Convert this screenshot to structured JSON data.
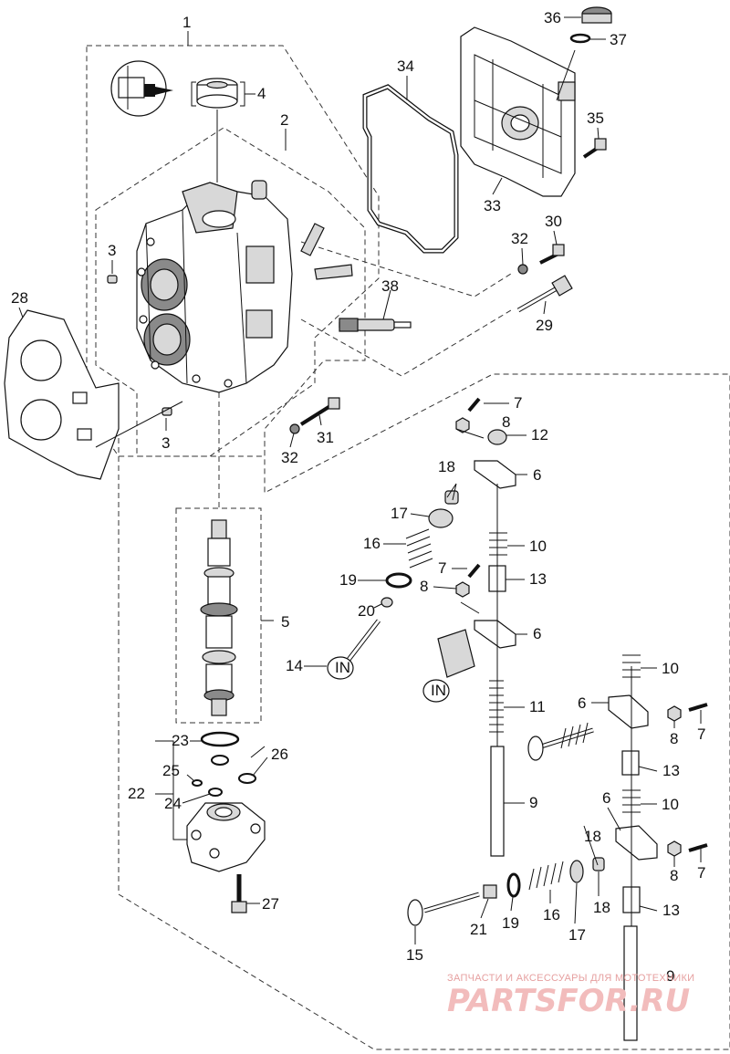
{
  "diagram": {
    "callouts": [
      {
        "id": "c1",
        "text": "1"
      },
      {
        "id": "c2",
        "text": "2"
      },
      {
        "id": "c3a",
        "text": "3"
      },
      {
        "id": "c3b",
        "text": "3"
      },
      {
        "id": "c4",
        "text": "4"
      },
      {
        "id": "c5",
        "text": "5"
      },
      {
        "id": "c6a",
        "text": "6"
      },
      {
        "id": "c6b",
        "text": "6"
      },
      {
        "id": "c6c",
        "text": "6"
      },
      {
        "id": "c6d",
        "text": "6"
      },
      {
        "id": "c7a",
        "text": "7"
      },
      {
        "id": "c7b",
        "text": "7"
      },
      {
        "id": "c7c",
        "text": "7"
      },
      {
        "id": "c7d",
        "text": "7"
      },
      {
        "id": "c8a",
        "text": "8"
      },
      {
        "id": "c8b",
        "text": "8"
      },
      {
        "id": "c8c",
        "text": "8"
      },
      {
        "id": "c8d",
        "text": "8"
      },
      {
        "id": "c9a",
        "text": "9"
      },
      {
        "id": "c9b",
        "text": "9"
      },
      {
        "id": "c10a",
        "text": "10"
      },
      {
        "id": "c10b",
        "text": "10"
      },
      {
        "id": "c10c",
        "text": "10"
      },
      {
        "id": "c11",
        "text": "11"
      },
      {
        "id": "c12",
        "text": "12"
      },
      {
        "id": "c13a",
        "text": "13"
      },
      {
        "id": "c13b",
        "text": "13"
      },
      {
        "id": "c13c",
        "text": "13"
      },
      {
        "id": "c14",
        "text": "14"
      },
      {
        "id": "c15",
        "text": "15"
      },
      {
        "id": "c16a",
        "text": "16"
      },
      {
        "id": "c16b",
        "text": "16"
      },
      {
        "id": "c17a",
        "text": "17"
      },
      {
        "id": "c17b",
        "text": "17"
      },
      {
        "id": "c18a",
        "text": "18"
      },
      {
        "id": "c18b",
        "text": "18"
      },
      {
        "id": "c18c",
        "text": "18"
      },
      {
        "id": "c19a",
        "text": "19"
      },
      {
        "id": "c19b",
        "text": "19"
      },
      {
        "id": "c20",
        "text": "20"
      },
      {
        "id": "c21",
        "text": "21"
      },
      {
        "id": "c22",
        "text": "22"
      },
      {
        "id": "c23",
        "text": "23"
      },
      {
        "id": "c24",
        "text": "24"
      },
      {
        "id": "c25",
        "text": "25"
      },
      {
        "id": "c26",
        "text": "26"
      },
      {
        "id": "c27",
        "text": "27"
      },
      {
        "id": "c28",
        "text": "28"
      },
      {
        "id": "c29",
        "text": "29"
      },
      {
        "id": "c30",
        "text": "30"
      },
      {
        "id": "c31",
        "text": "31"
      },
      {
        "id": "c32a",
        "text": "32"
      },
      {
        "id": "c32b",
        "text": "32"
      },
      {
        "id": "c33",
        "text": "33"
      },
      {
        "id": "c34",
        "text": "34"
      },
      {
        "id": "c35",
        "text": "35"
      },
      {
        "id": "c36",
        "text": "36"
      },
      {
        "id": "c37",
        "text": "37"
      },
      {
        "id": "c38",
        "text": "38"
      }
    ],
    "valve_marks": {
      "intake_a": "IN",
      "intake_b": "IN"
    }
  },
  "watermark": {
    "tagline": "ЗАПЧАСТИ И АКСЕССУАРЫ ДЛЯ МОТОТЕХНИКИ",
    "brand": "PARTSFOR.RU"
  }
}
